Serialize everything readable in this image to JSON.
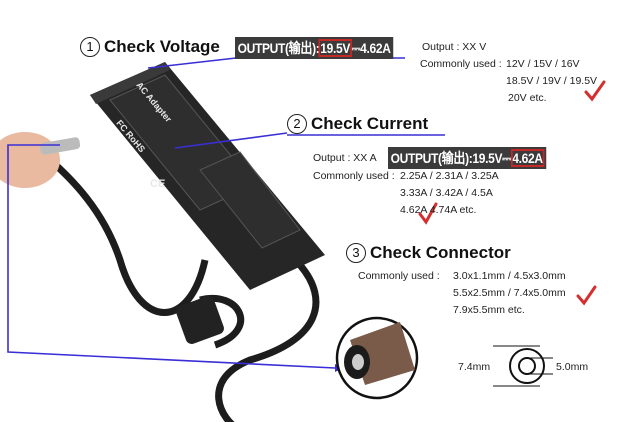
{
  "label_text": {
    "prefix": "OUTPUT(输出):",
    "voltage": "19.5V",
    "sep": "⎓",
    "current": "4.62A"
  },
  "step1": {
    "number": "1",
    "title": "Check Voltage",
    "output": "Output : XX V",
    "commonly_used": "Commonly used :",
    "values": [
      "12V / 15V / 16V",
      "18.5V / 19V / 19.5V",
      "20V etc."
    ]
  },
  "step2": {
    "number": "2",
    "title": "Check Current",
    "output": "Output : XX A",
    "commonly_used": "Commonly used :",
    "values": [
      "2.25A  / 2.31A  / 3.25A",
      "3.33A / 3.42A  /  4.5A",
      "4.62A   4.74A etc."
    ]
  },
  "step3": {
    "number": "3",
    "title": "Check Connector",
    "commonly_used": "Commonly used :",
    "values": [
      "3.0x1.1mm / 4.5x3.0mm",
      "5.5x2.5mm / 7.4x5.0mm",
      "7.9x5.5mm etc."
    ],
    "outer_diameter": "7.4mm",
    "inner_diameter": "5.0mm"
  },
  "adapter_markings": [
    "AC Adapter",
    "FC RoHS",
    "CE"
  ],
  "colors": {
    "pointer_line": "#3a2fd6",
    "check": "#d32f2f",
    "highlight": "#c62828",
    "label_bg": "#3b3b3b"
  }
}
